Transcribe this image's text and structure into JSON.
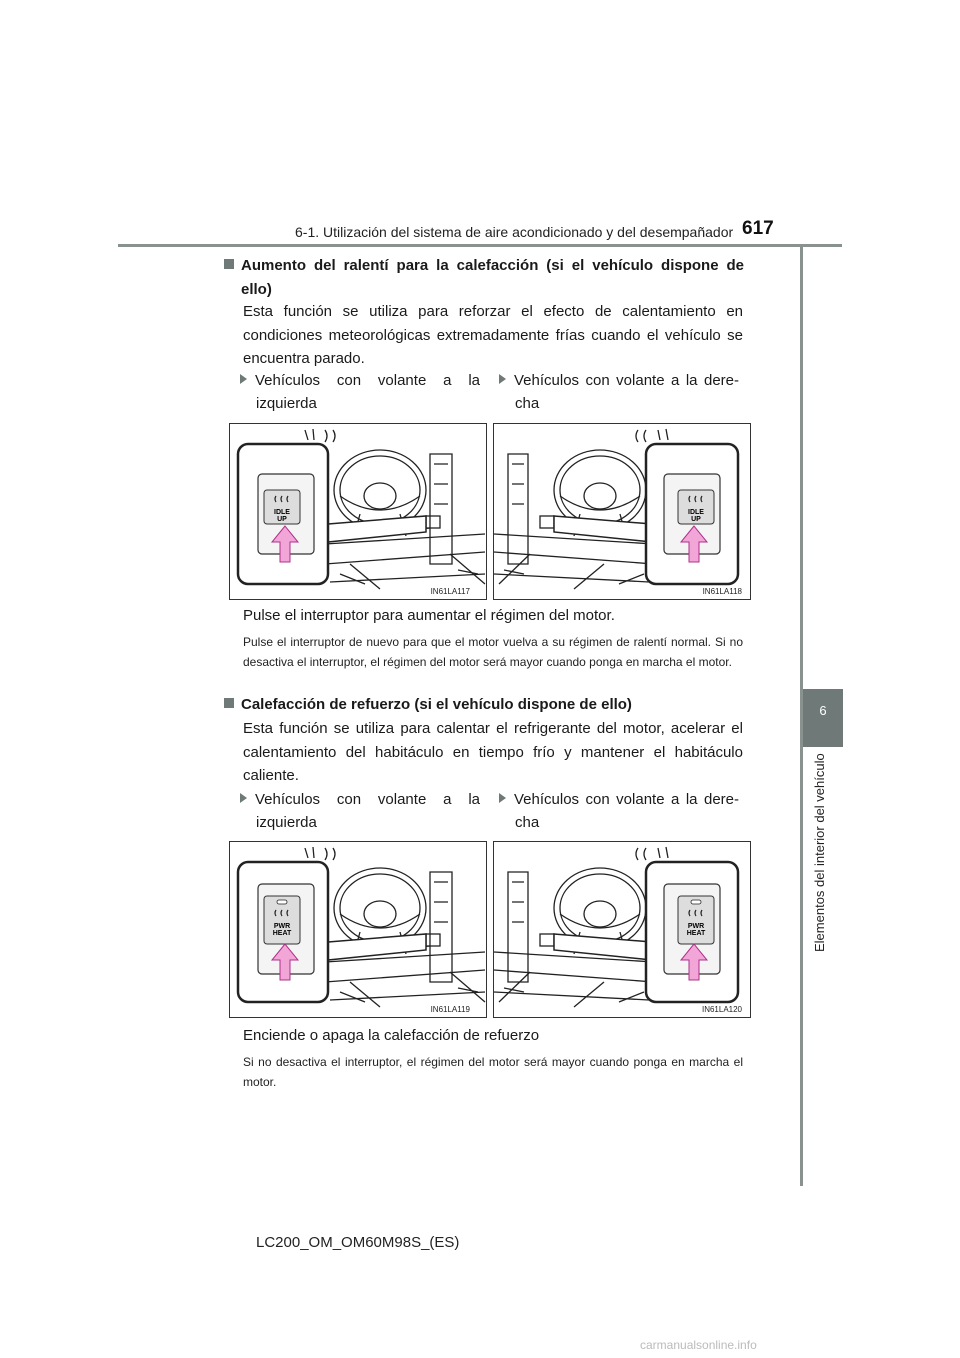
{
  "header": {
    "section_title": "6-1. Utilización del sistema de aire acondicionado y del desempañador",
    "page_number": "617"
  },
  "sidebar": {
    "chapter_number": "6",
    "chapter_title": "Elementos del interior del vehículo"
  },
  "sections": [
    {
      "heading_line1": "Aumento  del  ralentí  para  la  calefacción  (si  el  vehículo  dispone  de",
      "heading_line2": "ello)",
      "paragraph": "Esta función se utiliza para reforzar el efecto de calentamiento en condiciones meteorológicas extremadamente frías cuando el vehículo se encuentra parado.",
      "left_variant_line1": "Vehículos con volante a la",
      "left_variant_line2": "izquierda",
      "right_variant_line1": "Vehículos con volante a la dere-",
      "right_variant_line2": "cha",
      "left_figure_code": "IN61LA117",
      "right_figure_code": "IN61LA118",
      "switch_label_line1": "IDLE",
      "switch_label_line2": "UP",
      "caption": "Pulse el interruptor para aumentar el régimen del motor.",
      "note": "Pulse el interruptor de nuevo para que el motor vuelva a su régimen de ralentí normal. Si no desactiva el interruptor, el régimen del motor será mayor cuando ponga en marcha el motor."
    },
    {
      "heading_line1": "Calefacción de refuerzo (si el vehículo dispone de ello)",
      "paragraph": "Esta función se utiliza para calentar el refrigerante del motor, acelerar el calentamiento del habitáculo en tiempo frío y mantener el habitáculo caliente.",
      "left_variant_line1": "Vehículos con volante a la",
      "left_variant_line2": "izquierda",
      "right_variant_line1": "Vehículos con volante a la dere-",
      "right_variant_line2": "cha",
      "left_figure_code": "IN61LA119",
      "right_figure_code": "IN61LA120",
      "switch_label_line1": "PWR",
      "switch_label_line2": "HEAT",
      "caption": "Enciende o apaga la calefacción de refuerzo",
      "note": "Si no desactiva el interruptor, el régimen del motor será mayor cuando ponga en marcha el motor."
    }
  ],
  "footer": {
    "doc_code": "LC200_OM_OM60M98S_(ES)"
  },
  "watermark": "carmanualsonline.info",
  "colors": {
    "accent_gray": "#6f7a78",
    "arrow_pink": "#f2a6d8"
  }
}
